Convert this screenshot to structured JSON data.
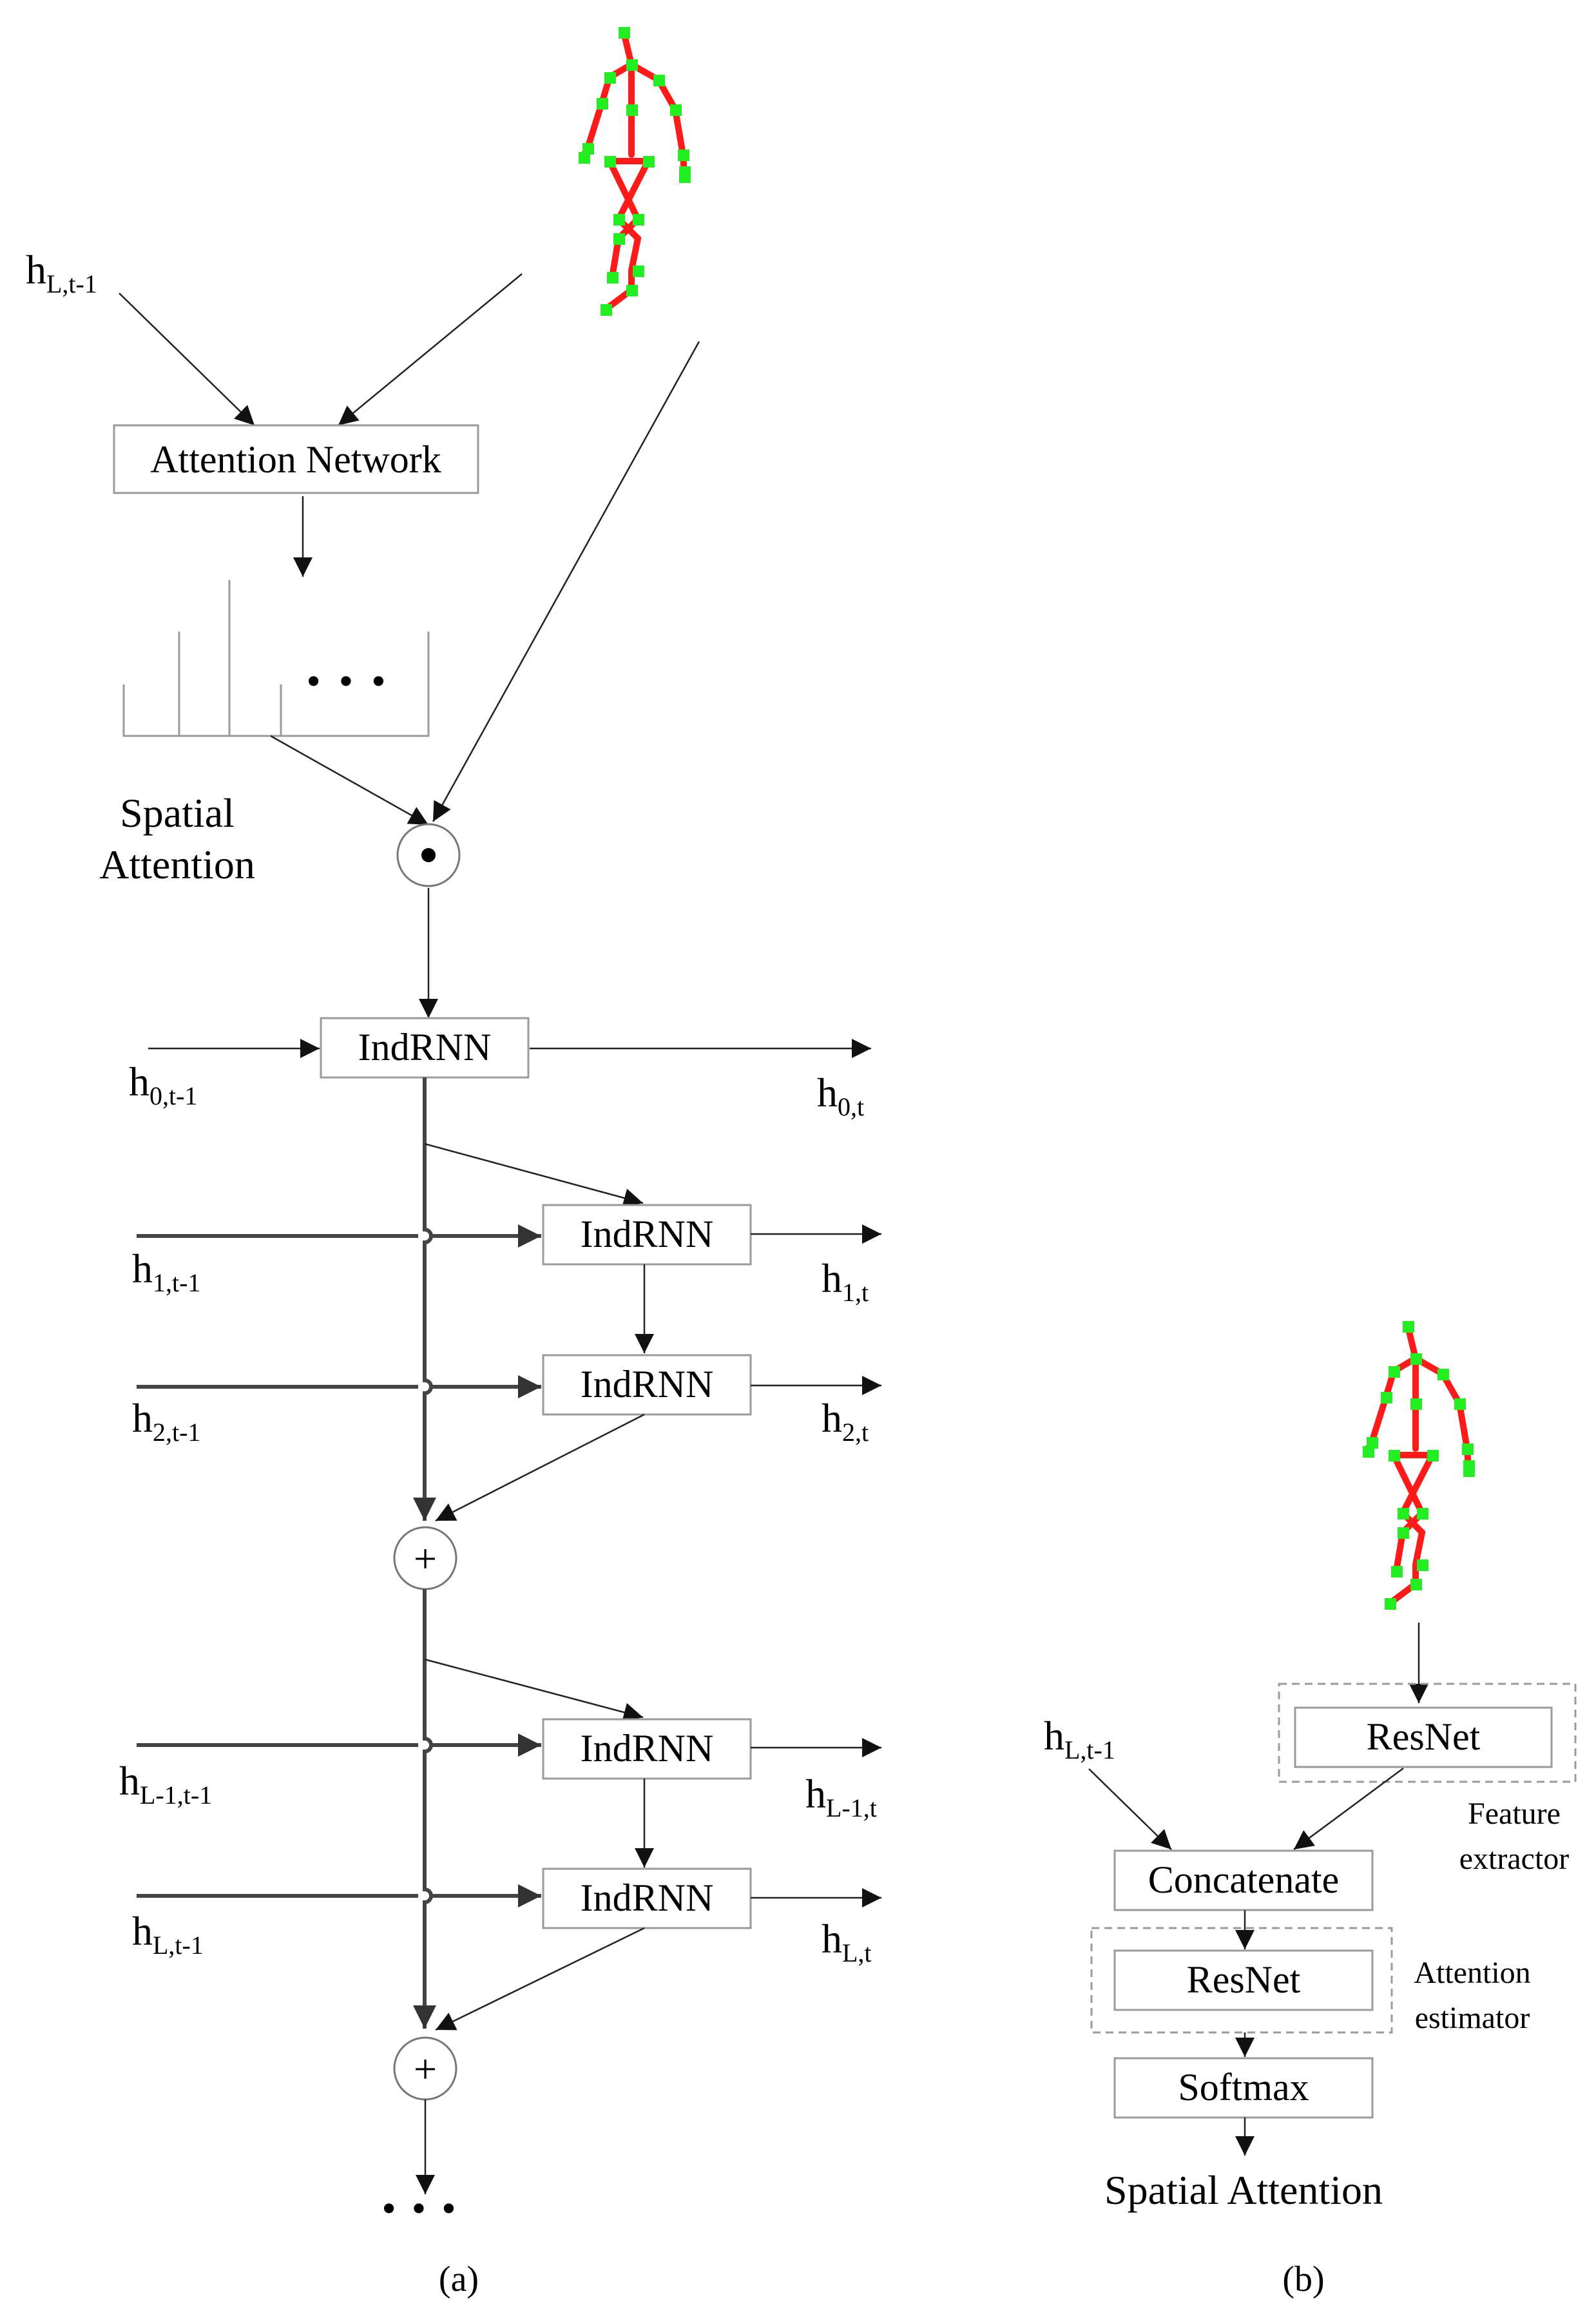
{
  "panel_a": {
    "h_input_top": {
      "base": "h",
      "sub": "L,t-1"
    },
    "attention_network_label": "Attention Network",
    "dots_glyph": "• • •",
    "spatial_attention_label_line1": "Spatial",
    "spatial_attention_label_line2": "Attention",
    "elementwise_op_glyph": "•",
    "plus_glyph": "+",
    "indrnn_label": "IndRNN",
    "rows": [
      {
        "in_base": "h",
        "in_sub": "0,t-1",
        "out_base": "h",
        "out_sub": "0,t"
      },
      {
        "in_base": "h",
        "in_sub": "1,t-1",
        "out_base": "h",
        "out_sub": "1,t"
      },
      {
        "in_base": "h",
        "in_sub": "2,t-1",
        "out_base": "h",
        "out_sub": "2,t"
      },
      {
        "in_base": "h",
        "in_sub": "L-1,t-1",
        "out_base": "h",
        "out_sub": "L-1,t"
      },
      {
        "in_base": "h",
        "in_sub": "L,t-1",
        "out_base": "h",
        "out_sub": "L,t"
      }
    ],
    "ellipsis_glyph": "• • •",
    "caption": "(a)"
  },
  "panel_b": {
    "h_input": {
      "base": "h",
      "sub": "L,t-1"
    },
    "resnet_feature_label": "ResNet",
    "feature_extractor_line1": "Feature",
    "feature_extractor_line2": "extractor",
    "concatenate_label": "Concatenate",
    "resnet_attention_label": "ResNet",
    "attention_estimator_line1": "Attention",
    "attention_estimator_line2": "estimator",
    "softmax_label": "Softmax",
    "output_label": "Spatial Attention",
    "caption": "(b)"
  },
  "colors": {
    "bone": "#ff1a1a",
    "joint": "#22ee22",
    "box_border": "#9a9a9a",
    "thick_line": "#444444"
  }
}
